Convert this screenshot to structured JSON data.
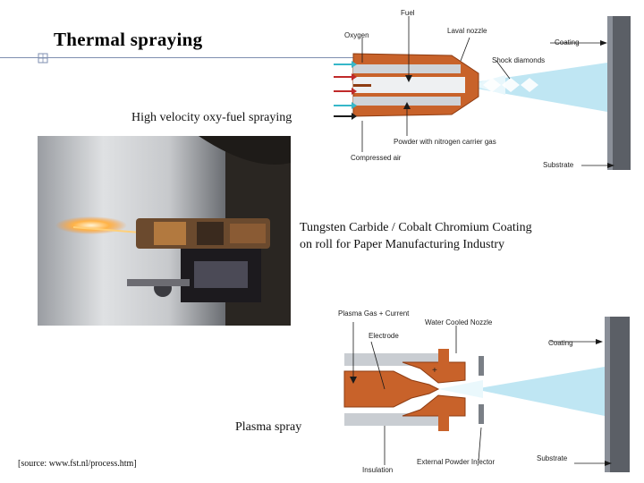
{
  "slide": {
    "title": "Thermal spraying",
    "captions": {
      "hvof": "High velocity oxy-fuel spraying",
      "coating_line1": "Tungsten Carbide / Cobalt Chromium Coating",
      "coating_line2": "on roll for Paper Manufacturing Industry",
      "plasma": "Plasma spray"
    },
    "source": "[source: www.fst.nl/process.htm]"
  },
  "hvof_diagram": {
    "labels": {
      "fuel": "Fuel",
      "oxygen": "Oxygen",
      "laval_nozzle": "Laval nozzle",
      "coating": "Coating",
      "shock_diamonds": "Shock diamonds",
      "powder": "Powder with nitrogen carrier gas",
      "compressed_air": "Compressed air",
      "substrate": "Substrate"
    }
  },
  "plasma_diagram": {
    "labels": {
      "plasma_gas": "Plasma Gas + Current",
      "water_cooled_nozzle": "Water Cooled Nozzle",
      "electrode": "Electrode",
      "coating": "Coating",
      "insulation": "Insulation",
      "external_powder_injector": "External Powder Injector",
      "substrate": "Substrate",
      "plus": "+"
    }
  },
  "colors": {
    "copper": "#c8622a",
    "copper_dark": "#8e3c12",
    "plume": "#bfe6f3",
    "substrate": "#5b5f66",
    "arrow": "#1a1a1a"
  }
}
